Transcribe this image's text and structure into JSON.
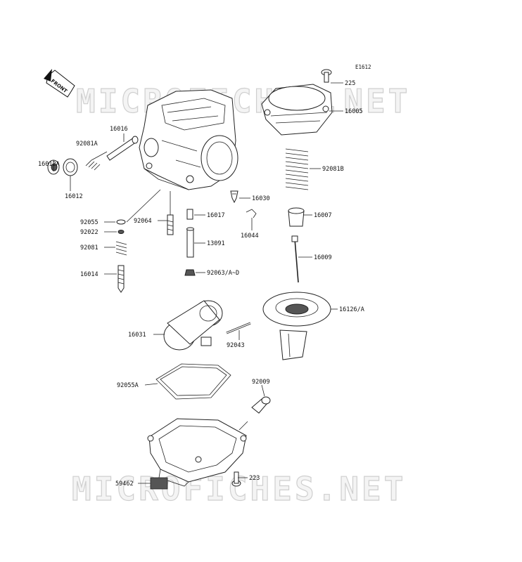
{
  "diagram_code": "E1612",
  "front_label": "FRONT",
  "watermarks": [
    "MICROFICHES.NET",
    "MICROFICHES.NET"
  ],
  "part_labels": {
    "p225": "225",
    "p16005": "16005",
    "p16016": "16016",
    "p92081A": "92081A",
    "p16012A": "16012A",
    "p16012": "16012",
    "p92081B": "92081B",
    "p16030": "16030",
    "p92055": "92055",
    "p92064": "92064",
    "p16017": "16017",
    "p16007": "16007",
    "p92022": "92022",
    "p16044": "16044",
    "p92081": "92081",
    "p13091": "13091",
    "p16009": "16009",
    "p16014": "16014",
    "p92063": "92063/A~D",
    "p16126": "16126/A",
    "p16031": "16031",
    "p92043": "92043",
    "p92055A": "92055A",
    "p92009": "92009",
    "p223": "223",
    "p59462": "59462"
  }
}
